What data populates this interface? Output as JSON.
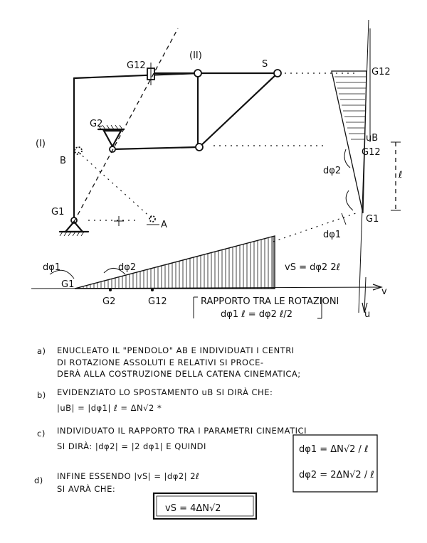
{
  "diagram": {
    "labels": {
      "member_I": "(I)",
      "member_II": "(II)",
      "B": "B",
      "A": "A",
      "S": "S",
      "G1": "G1",
      "G2": "G2",
      "G12": "G12",
      "G12_right": "G12",
      "G1_right": "G1",
      "G2_right": "G12",
      "uB": "uB",
      "dphi2_right": "dφ2",
      "ell": "ℓ",
      "dphi1_bottom": "dφ1",
      "dphi2_bottom": "dφ2",
      "dphi1_right": "dφ1",
      "vS_label": "vS = dφ2 2ℓ",
      "axis_v": "v",
      "axis_u": "u",
      "base_G1": "G1",
      "base_G2": "G2",
      "base_G12": "G12"
    },
    "rotation_box": {
      "title": "RAPPORTO TRA LE ROTAZIONI",
      "formula": "dφ1 ℓ = dφ2 ℓ/2"
    }
  },
  "notes": [
    {
      "marker": "a)",
      "text": "ENUCLEATO IL \"PENDOLO\" AB E INDIVIDUATI I CENTRI"
    },
    {
      "marker": "",
      "text": "DI ROTAZIONE ASSOLUTI E RELATIVI SI PROCE-"
    },
    {
      "marker": "",
      "text": "DERÀ ALLA COSTRUZIONE DELLA CATENA CINEMATICA;"
    },
    {
      "marker": "b)",
      "text": "EVIDENZIATO LO SPOSTAMENTO uB SI DIRÀ CHE:"
    },
    {
      "marker": "",
      "text": "|uB| = |dφ1| ℓ = ΔN√2 *"
    },
    {
      "marker": "c)",
      "text": "INDIVIDUATO IL RAPPORTO TRA I PARAMETRI CINEMATICI"
    },
    {
      "marker": "",
      "text": "SI DIRÀ: |dφ2| = |2 dφ1|   E QUINDI"
    },
    {
      "marker": "d)",
      "text": "INFINE ESSENDO |vS| = |dφ2| 2ℓ"
    },
    {
      "marker": "",
      "text": "SI AVRÀ CHE:"
    }
  ],
  "result_box": {
    "line1": "dφ1 = ΔN√2 / ℓ",
    "line2": "dφ2 = 2ΔN√2 / ℓ"
  },
  "final_box": {
    "text": "vS = 4ΔN√2"
  }
}
